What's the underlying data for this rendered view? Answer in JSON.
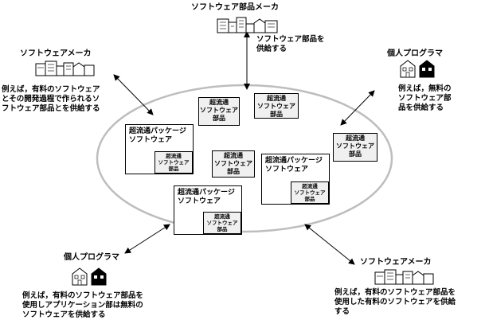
{
  "top_center": {
    "label": "ソフトウェア部品メーカ",
    "arrow_caption": "ソフトウェア部品を\n供給する"
  },
  "top_left": {
    "label": "ソフトウェアメーカ",
    "description": "例えば，有料のソフトウェア\nとその開発過程で作られるソ\nフトウェア部品とを供給する"
  },
  "top_right": {
    "label": "個人プログラマ",
    "description": "例えば，無料の\nソフトウェア部\n品を供給する"
  },
  "bottom_left": {
    "label": "個人プログラマ",
    "description": "例えば，有料のソフトウェア部品を\n使用しアプリケーション部は無料の\nソフトウェアを供給する"
  },
  "bottom_right": {
    "label": "ソフトウェアメーカ",
    "description": "例えば，有料のソフトウェア部品を\n使用した有料のソフトウェアを供給\nする"
  },
  "components": {
    "standalone": "超流通\nソフトウェア\n部品",
    "package_title": "超流通パッケージ\nソフトウェア",
    "embedded": "超流通\nソフトウェア\n部品"
  }
}
